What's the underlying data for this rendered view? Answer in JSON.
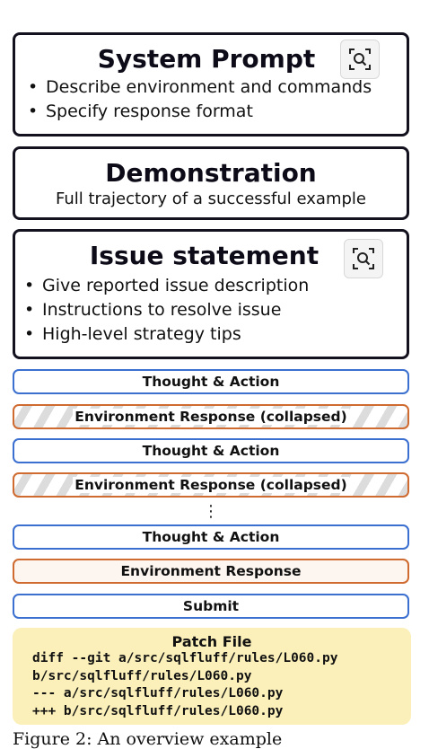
{
  "system_prompt": {
    "title": "System Prompt",
    "bullets": [
      "Describe environment and commands",
      "Specify response format"
    ]
  },
  "demonstration": {
    "title": "Demonstration",
    "subtitle": "Full trajectory of a successful example"
  },
  "issue_statement": {
    "title": "Issue statement",
    "bullets": [
      "Give reported issue description",
      "Instructions to resolve issue",
      "High-level strategy tips"
    ]
  },
  "steps": [
    "Thought & Action",
    "Environment Response (collapsed)",
    "Thought & Action",
    "Environment Response (collapsed)",
    "⋮",
    "Thought & Action",
    "Environment Response",
    "Submit"
  ],
  "patch": {
    "title": "Patch File",
    "lines": [
      "diff --git a/src/sqlfluff/rules/L060.py",
      "b/src/sqlfluff/rules/L060.py",
      "--- a/src/sqlfluff/rules/L060.py",
      "+++ b/src/sqlfluff/rules/L060.py"
    ]
  },
  "caption": "Figure 2: An overview example",
  "colors": {
    "agent_border": "#3b6fd0",
    "env_border": "#cf6a30",
    "patch_bg": "#fbf0b9",
    "box_border": "#14111f"
  },
  "icons": {
    "zoom": "zoom-magnifier-icon"
  }
}
